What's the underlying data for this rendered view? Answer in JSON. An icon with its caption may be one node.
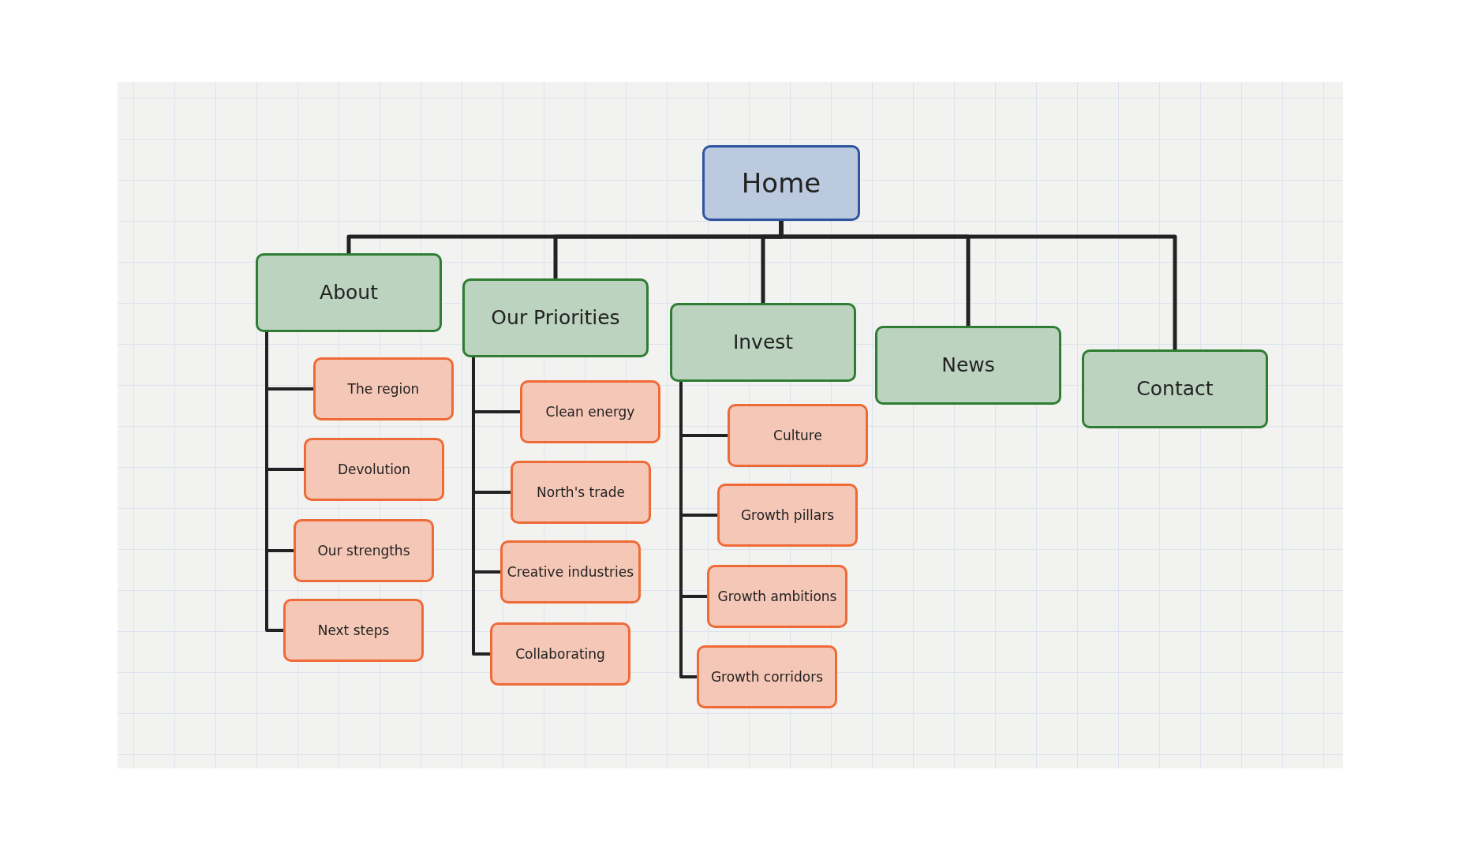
{
  "diagram": {
    "nodes": [
      {
        "text": [
          "Home"
        ]
      },
      {
        "text": [
          "About"
        ]
      },
      {
        "text": [
          "Our Priorities"
        ]
      },
      {
        "text": [
          "Invest"
        ]
      },
      {
        "text": [
          "News"
        ]
      },
      {
        "text": [
          "Contact"
        ]
      },
      {
        "text": [
          "The region"
        ]
      },
      {
        "text": [
          "Devolution"
        ]
      },
      {
        "text": [
          "Our strengths"
        ]
      },
      {
        "text": [
          "Next steps"
        ]
      },
      {
        "text": [
          "Clean energy"
        ]
      },
      {
        "text": [
          "North's trade"
        ]
      },
      {
        "text": [
          "Creative industries"
        ]
      },
      {
        "text": [
          "Collaborating"
        ]
      },
      {
        "text": [
          "Culture"
        ]
      },
      {
        "text": [
          "Growth pillars"
        ]
      },
      {
        "text": [
          "Growth ambitions"
        ]
      },
      {
        "text": [
          "Growth corridors"
        ]
      }
    ],
    "edges": [
      {
        "from": 0,
        "to": 1,
        "arrow": "none"
      },
      {
        "from": 0,
        "to": 2,
        "arrow": "none"
      },
      {
        "from": 0,
        "to": 3,
        "arrow": "none"
      },
      {
        "from": 0,
        "to": 4,
        "arrow": "none"
      },
      {
        "from": 0,
        "to": 5,
        "arrow": "none"
      },
      {
        "from": 1,
        "to": 6,
        "arrow": "none"
      },
      {
        "from": 1,
        "to": 7,
        "arrow": "none"
      },
      {
        "from": 1,
        "to": 8,
        "arrow": "none"
      },
      {
        "from": 1,
        "to": 9,
        "arrow": "none"
      },
      {
        "from": 2,
        "to": 10,
        "arrow": "none"
      },
      {
        "from": 2,
        "to": 11,
        "arrow": "none"
      },
      {
        "from": 2,
        "to": 12,
        "arrow": "none"
      },
      {
        "from": 2,
        "to": 13,
        "arrow": "none"
      },
      {
        "from": 3,
        "to": 14,
        "arrow": "none"
      },
      {
        "from": 3,
        "to": 15,
        "arrow": "none"
      },
      {
        "from": 3,
        "to": 16,
        "arrow": "none"
      },
      {
        "from": 3,
        "to": 17,
        "arrow": "none"
      }
    ]
  }
}
